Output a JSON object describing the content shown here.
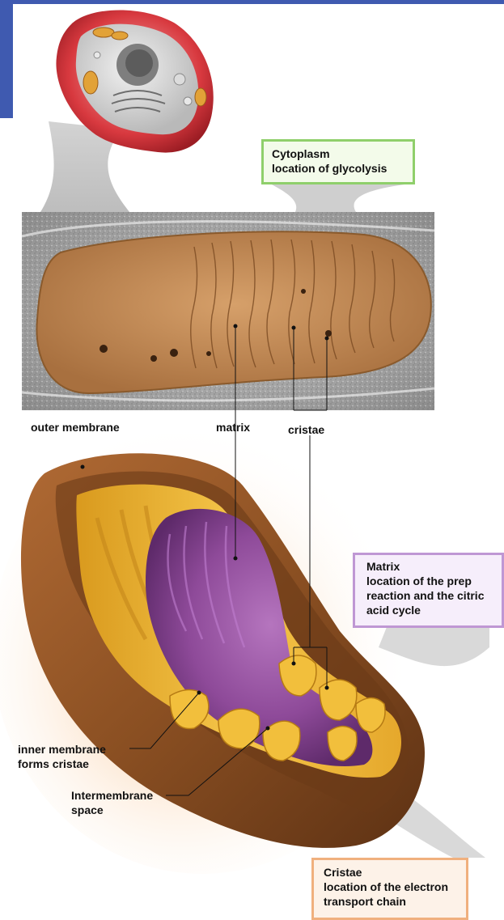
{
  "colors": {
    "accent_bar": "#3f5ab0",
    "cytoplasm_box_border": "#8fcf6b",
    "matrix_box_border": "#bf97d4",
    "cristae_box_border": "#f0b07e",
    "outer_membrane": "#8a4f22",
    "inner_membrane": "#f2bf3c",
    "matrix_fill": "#8e4a99",
    "micrograph_mitochondrion": "#c08a55"
  },
  "labels": {
    "outer_membrane": "outer membrane",
    "matrix": "matrix",
    "cristae": "cristae",
    "inner_membrane": [
      "inner membrane",
      "forms cristae"
    ],
    "intermembrane_space": [
      "Intermembrane",
      "space"
    ]
  },
  "callouts": {
    "cytoplasm": {
      "title": "Cytoplasm",
      "lines": [
        "location of glycolysis"
      ]
    },
    "matrix": {
      "title": "Matrix",
      "lines": [
        "location of the prep",
        "reaction and the citric",
        "acid cycle"
      ]
    },
    "cristae": {
      "title": "Cristae",
      "lines": [
        "location of the electron",
        "transport chain"
      ]
    }
  }
}
